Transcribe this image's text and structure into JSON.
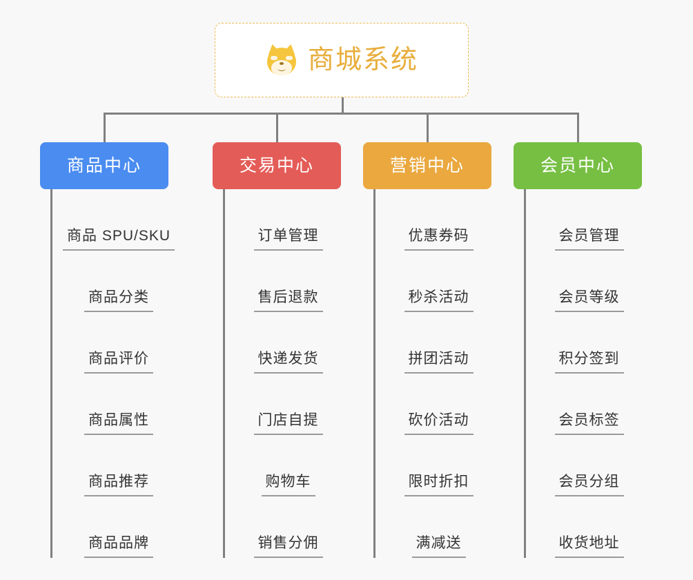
{
  "page": {
    "background_color": "#f8f8f8",
    "type": "organization-chart",
    "line_color": "#808080"
  },
  "root": {
    "title": "商城系统",
    "icon": "shiba-inu-dog-face-icon",
    "text_color": "#e8ad3c",
    "border_color": "#ecb94f",
    "background_color": "#ffffff"
  },
  "columns": [
    {
      "label": "商品中心",
      "color": "#4a8cf0",
      "items": [
        "商品 SPU/SKU",
        "商品分类",
        "商品评价",
        "商品属性",
        "商品推荐",
        "商品品牌"
      ]
    },
    {
      "label": "交易中心",
      "color": "#e45c57",
      "items": [
        "订单管理",
        "售后退款",
        "快递发货",
        "门店自提",
        "购物车",
        "销售分佣"
      ]
    },
    {
      "label": "营销中心",
      "color": "#eaa83f",
      "items": [
        "优惠券码",
        "秒杀活动",
        "拼团活动",
        "砍价活动",
        "限时折扣",
        "满减送"
      ]
    },
    {
      "label": "会员中心",
      "color": "#76bf43",
      "items": [
        "会员管理",
        "会员等级",
        "积分签到",
        "会员标签",
        "会员分组",
        "收货地址"
      ]
    }
  ]
}
